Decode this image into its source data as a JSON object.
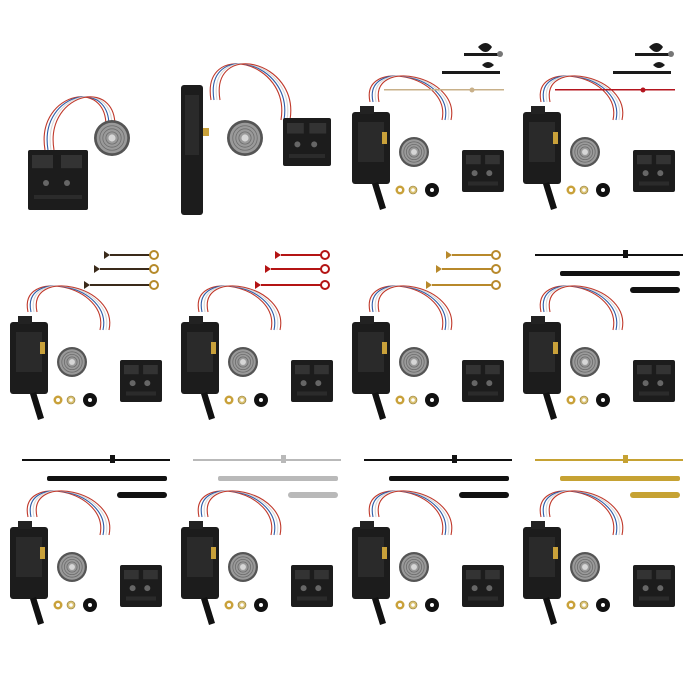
{
  "image": {
    "description_kind": "product-catalog-grid",
    "rows": 3,
    "columns": 4,
    "background": "#ffffff"
  },
  "variants": [
    {
      "id": "movement-only-small",
      "hands": "none",
      "hand_color": ""
    },
    {
      "id": "movement-with-pendulum-arm",
      "hands": "none",
      "hand_color": ""
    },
    {
      "id": "ornate-black-silver",
      "hands": "ornate",
      "hand_color": "#1a1a1a",
      "second_color": "#c8b089"
    },
    {
      "id": "ornate-black-red",
      "hands": "ornate",
      "hand_color": "#1a1a1a",
      "second_color": "#b4141e"
    },
    {
      "id": "spade-black-gold",
      "hands": "spade",
      "hand_color": "#3a2a1a",
      "accent": "#b58a2a"
    },
    {
      "id": "spade-red",
      "hands": "spade",
      "hand_color": "#b41414",
      "accent": "#b41414"
    },
    {
      "id": "spade-gold",
      "hands": "spade",
      "hand_color": "#b8892b",
      "accent": "#b8892b"
    },
    {
      "id": "straight-black-long",
      "hands": "straight",
      "hand_color": "#111111",
      "accent": "#111111"
    },
    {
      "id": "straight-black-short",
      "hands": "straight",
      "hand_color": "#111111",
      "accent": "#111111"
    },
    {
      "id": "straight-silver",
      "hands": "straight",
      "hand_color": "#b9b9b9",
      "accent": "#b9b9b9"
    },
    {
      "id": "straight-black-medium",
      "hands": "straight",
      "hand_color": "#111111",
      "accent": "#111111"
    },
    {
      "id": "straight-gold",
      "hands": "straight",
      "hand_color": "#c6a233",
      "accent": "#c6a233"
    }
  ],
  "colors": {
    "movement_body": "#1c1c1c",
    "speaker_metal": "#9a9a9a",
    "wire_red": "#c0392b",
    "wire_blue": "#2d5da8",
    "wire_white": "#d8d8d8",
    "brass": "#c9a13a"
  }
}
